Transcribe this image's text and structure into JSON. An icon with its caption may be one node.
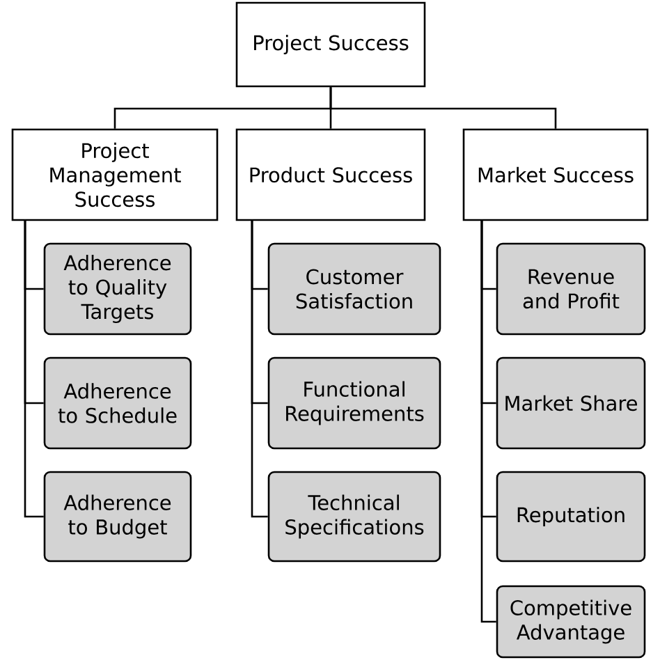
{
  "diagram": {
    "nodes": [
      {
        "text": [
          "Project Success"
        ]
      },
      {
        "text": [
          "Project Management Success"
        ]
      },
      {
        "text": [
          "Product Success"
        ]
      },
      {
        "text": [
          "Market Success"
        ]
      },
      {
        "text": [
          "Adherence to Quality Targets"
        ]
      },
      {
        "text": [
          "Adherence to Schedule"
        ]
      },
      {
        "text": [
          "Adherence to Budget"
        ]
      },
      {
        "text": [
          "Customer Satisfaction"
        ]
      },
      {
        "text": [
          "Functional Requirements"
        ]
      },
      {
        "text": [
          "Technical Specifications"
        ]
      },
      {
        "text": [
          "Revenue and Profit"
        ]
      },
      {
        "text": [
          "Market Share"
        ]
      },
      {
        "text": [
          "Reputation"
        ]
      },
      {
        "text": [
          "Competitive Advantage"
        ]
      }
    ],
    "edges": [
      {
        "from": 0,
        "to": 1,
        "arrow": "none"
      },
      {
        "from": 0,
        "to": 2,
        "arrow": "none"
      },
      {
        "from": 0,
        "to": 3,
        "arrow": "none"
      },
      {
        "from": 1,
        "to": 4,
        "arrow": "none"
      },
      {
        "from": 1,
        "to": 5,
        "arrow": "none"
      },
      {
        "from": 1,
        "to": 6,
        "arrow": "none"
      },
      {
        "from": 2,
        "to": 7,
        "arrow": "none"
      },
      {
        "from": 2,
        "to": 8,
        "arrow": "none"
      },
      {
        "from": 2,
        "to": 9,
        "arrow": "none"
      },
      {
        "from": 3,
        "to": 10,
        "arrow": "none"
      },
      {
        "from": 3,
        "to": 11,
        "arrow": "none"
      },
      {
        "from": 3,
        "to": 12,
        "arrow": "none"
      },
      {
        "from": 3,
        "to": 13,
        "arrow": "none"
      }
    ]
  }
}
